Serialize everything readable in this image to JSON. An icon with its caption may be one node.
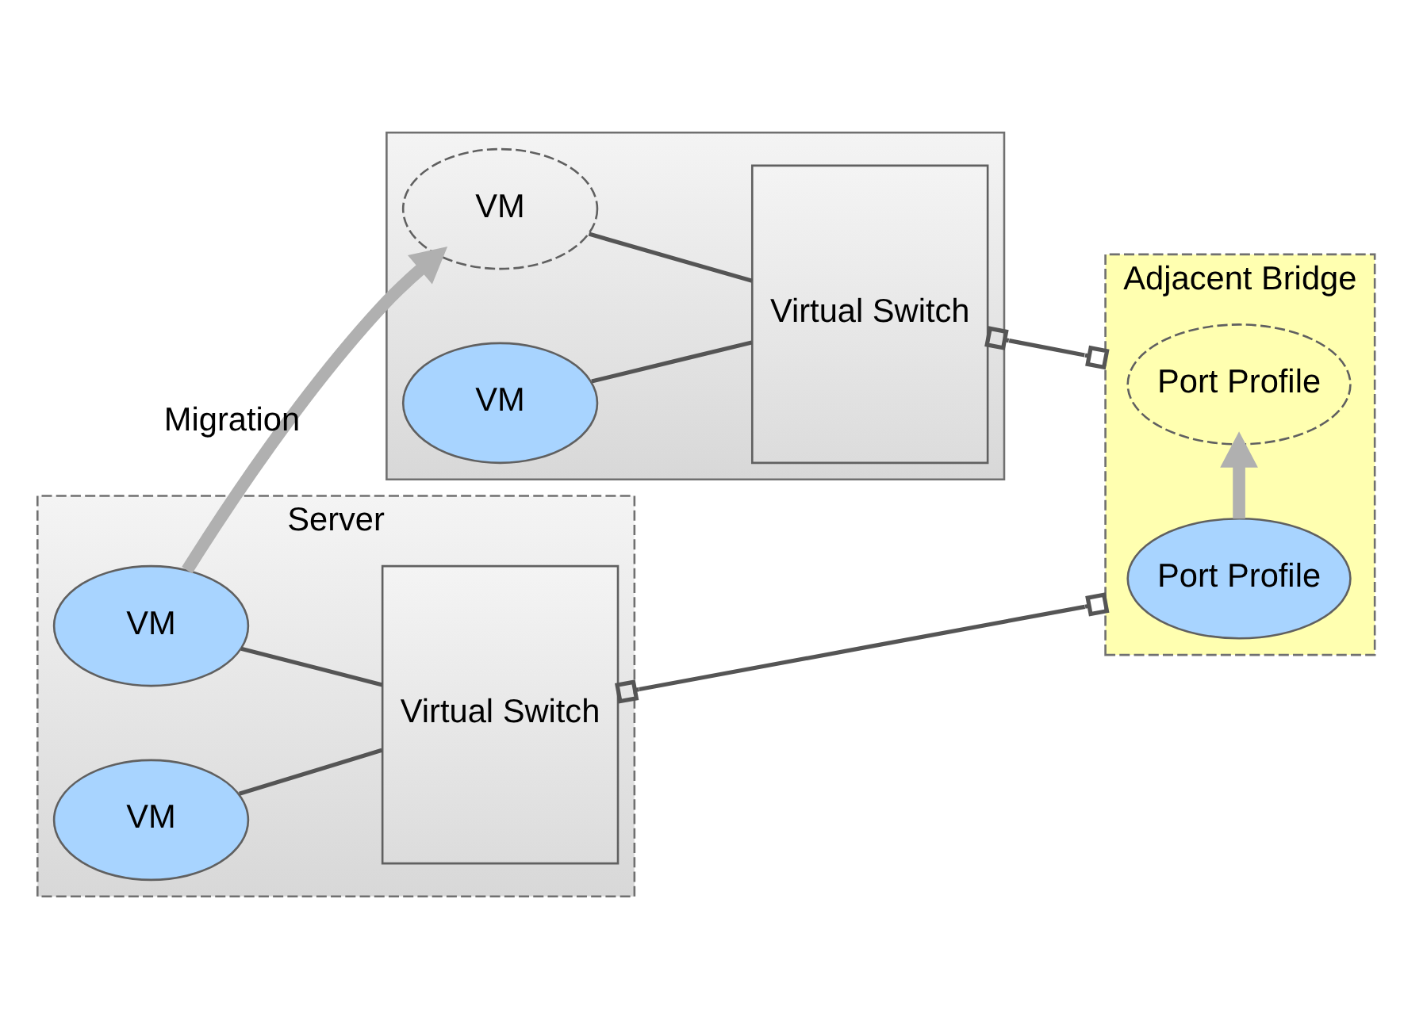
{
  "diagram": {
    "nodes": [
      {
        "text": [
          "Server"
        ]
      },
      {
        "text": [
          "VM"
        ],
        "in": 0
      },
      {
        "text": [
          "VM"
        ],
        "in": 0
      },
      {
        "text": [
          "Virtual Switch"
        ],
        "in": 0
      },
      {
        "text": [],
        "shape": "box"
      },
      {
        "text": [
          "VM"
        ],
        "in": 4
      },
      {
        "text": [
          "VM"
        ],
        "in": 4
      },
      {
        "text": [
          "Virtual Switch"
        ],
        "in": 4
      },
      {
        "text": [
          "Adjacent Bridge"
        ]
      },
      {
        "text": [
          "Port Profile"
        ],
        "in": 8
      },
      {
        "text": [
          "Port Profile"
        ],
        "in": 8
      }
    ],
    "edges": [
      {
        "from": 1,
        "to": 3,
        "arrow": "none"
      },
      {
        "from": 2,
        "to": 3,
        "arrow": "none"
      },
      {
        "from": 5,
        "to": 7,
        "arrow": "none"
      },
      {
        "from": 6,
        "to": 7,
        "arrow": "none"
      },
      {
        "from": 3,
        "to": 8,
        "arrow": "other"
      },
      {
        "from": 7,
        "to": 8,
        "arrow": "other"
      },
      {
        "from": 1,
        "to": 5,
        "arrow": "to",
        "label": "Migration",
        "style": "thick",
        "color": "#b0b0b0"
      },
      {
        "from": 9,
        "to": 10,
        "arrow": "to",
        "style": "thick",
        "color": "#b0b0b0"
      }
    ]
  }
}
